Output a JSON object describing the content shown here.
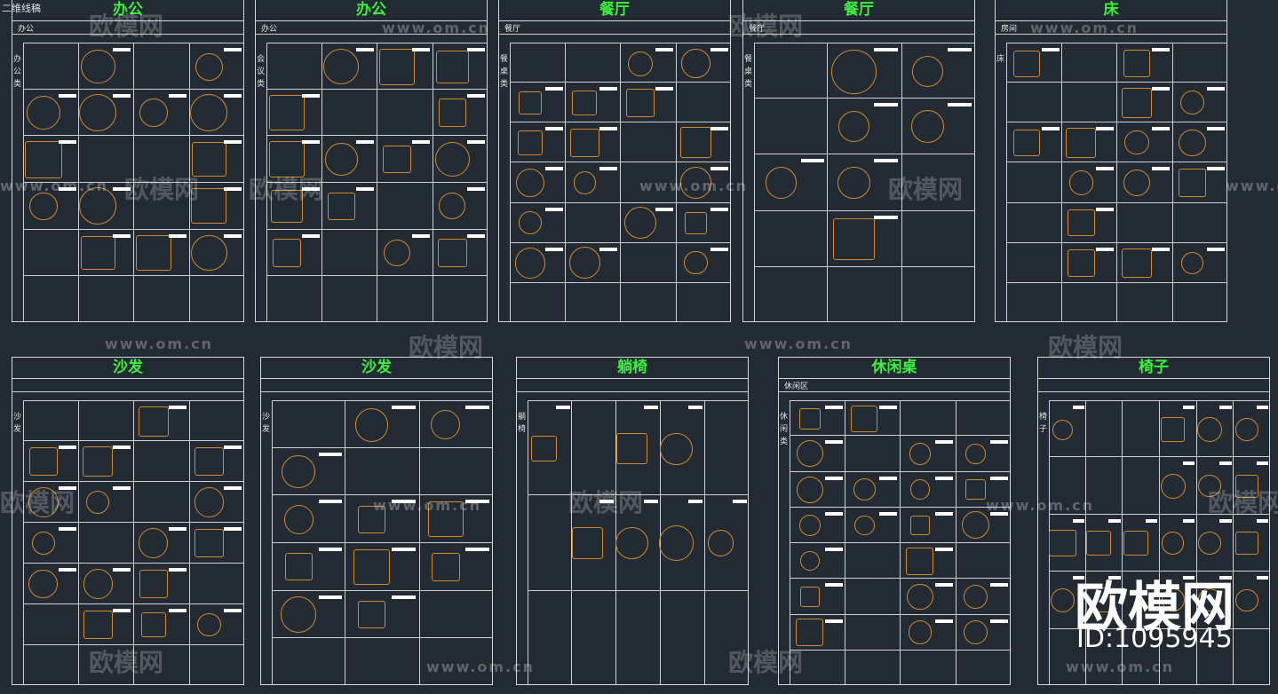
{
  "top_left_label": "二维线稿",
  "watermark": {
    "url": "www.om.cn",
    "brand_text": "欧模网"
  },
  "brand": {
    "name": "欧模网",
    "id": "ID:1095945"
  },
  "sheets": [
    {
      "title": "办公",
      "sub": "办公",
      "side": "办公类"
    },
    {
      "title": "办公",
      "sub": "办公",
      "side": "会议类"
    },
    {
      "title": "餐厅",
      "sub": "餐厅",
      "side": "餐桌类"
    },
    {
      "title": "餐厅",
      "sub": "餐厅",
      "side": "餐桌类"
    },
    {
      "title": "床",
      "sub": "房间",
      "side": "床"
    },
    {
      "title": "沙发",
      "sub": "",
      "side": "沙发"
    },
    {
      "title": "沙发",
      "sub": "",
      "side": "沙发"
    },
    {
      "title": "躺椅",
      "sub": "",
      "side": "躺椅"
    },
    {
      "title": "休闲桌",
      "sub": "休闲区",
      "side": "休闲类"
    },
    {
      "title": "椅子",
      "sub": "",
      "side": "椅子"
    }
  ],
  "colors": {
    "background": "#222a34",
    "title_green": "#3cf03c",
    "line": "#d8d8d8",
    "symbol": "#d08a2a"
  }
}
